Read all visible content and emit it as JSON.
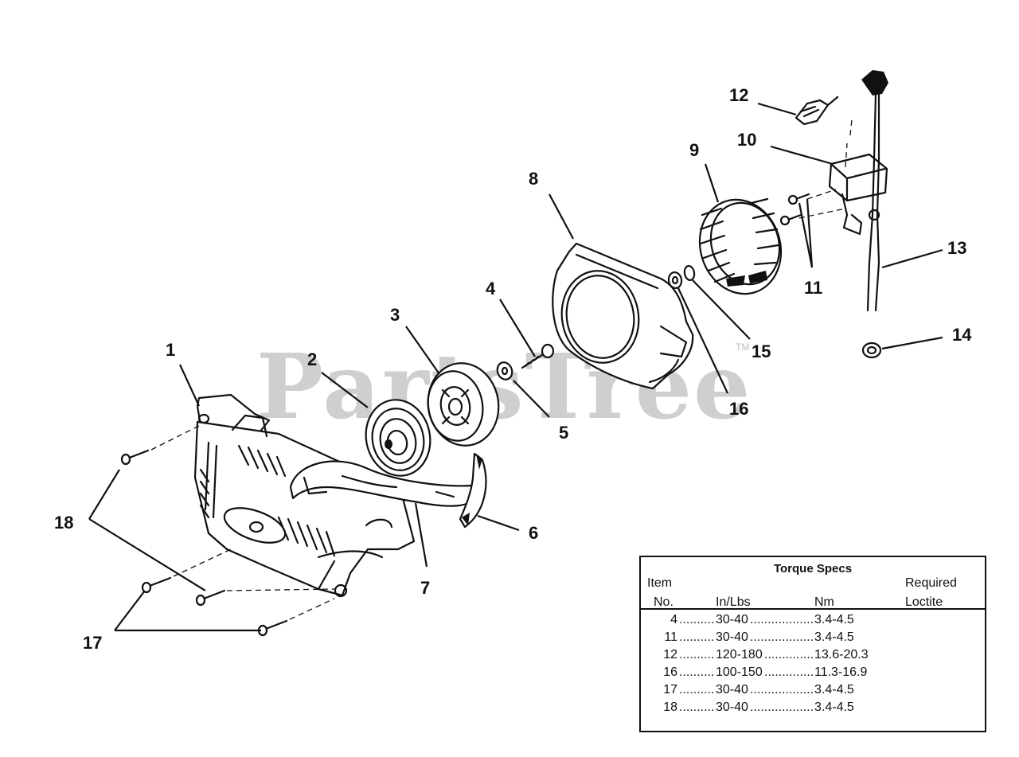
{
  "watermark": {
    "text": "PartsTree",
    "trademark": "TM"
  },
  "callouts": [
    {
      "id": "1",
      "label": "1"
    },
    {
      "id": "2",
      "label": "2"
    },
    {
      "id": "3",
      "label": "3"
    },
    {
      "id": "4",
      "label": "4"
    },
    {
      "id": "5",
      "label": "5"
    },
    {
      "id": "6",
      "label": "6"
    },
    {
      "id": "7",
      "label": "7"
    },
    {
      "id": "8",
      "label": "8"
    },
    {
      "id": "9",
      "label": "9"
    },
    {
      "id": "10",
      "label": "10"
    },
    {
      "id": "11",
      "label": "11"
    },
    {
      "id": "12",
      "label": "12"
    },
    {
      "id": "13",
      "label": "13"
    },
    {
      "id": "14",
      "label": "14"
    },
    {
      "id": "15",
      "label": "15"
    },
    {
      "id": "16",
      "label": "16"
    },
    {
      "id": "17",
      "label": "17"
    },
    {
      "id": "18",
      "label": "18"
    }
  ],
  "torque_table": {
    "title": "Torque Specs",
    "headers": {
      "item_line1": "Item",
      "item_line2": "No.",
      "inlbs": "In/Lbs",
      "nm": "Nm",
      "loctite_line1": "Required",
      "loctite_line2": "Loctite"
    },
    "rows": [
      {
        "item": "4",
        "inlbs": "30-40",
        "nm": "3.4-4.5"
      },
      {
        "item": "11",
        "inlbs": "30-40",
        "nm": "3.4-4.5"
      },
      {
        "item": "12",
        "inlbs": "120-180",
        "nm": "13.6-20.3"
      },
      {
        "item": "16",
        "inlbs": "100-150",
        "nm": "11.3-16.9"
      },
      {
        "item": "17",
        "inlbs": "30-40",
        "nm": "3.4-4.5"
      },
      {
        "item": "18",
        "inlbs": "30-40",
        "nm": "3.4-4.5"
      }
    ]
  }
}
